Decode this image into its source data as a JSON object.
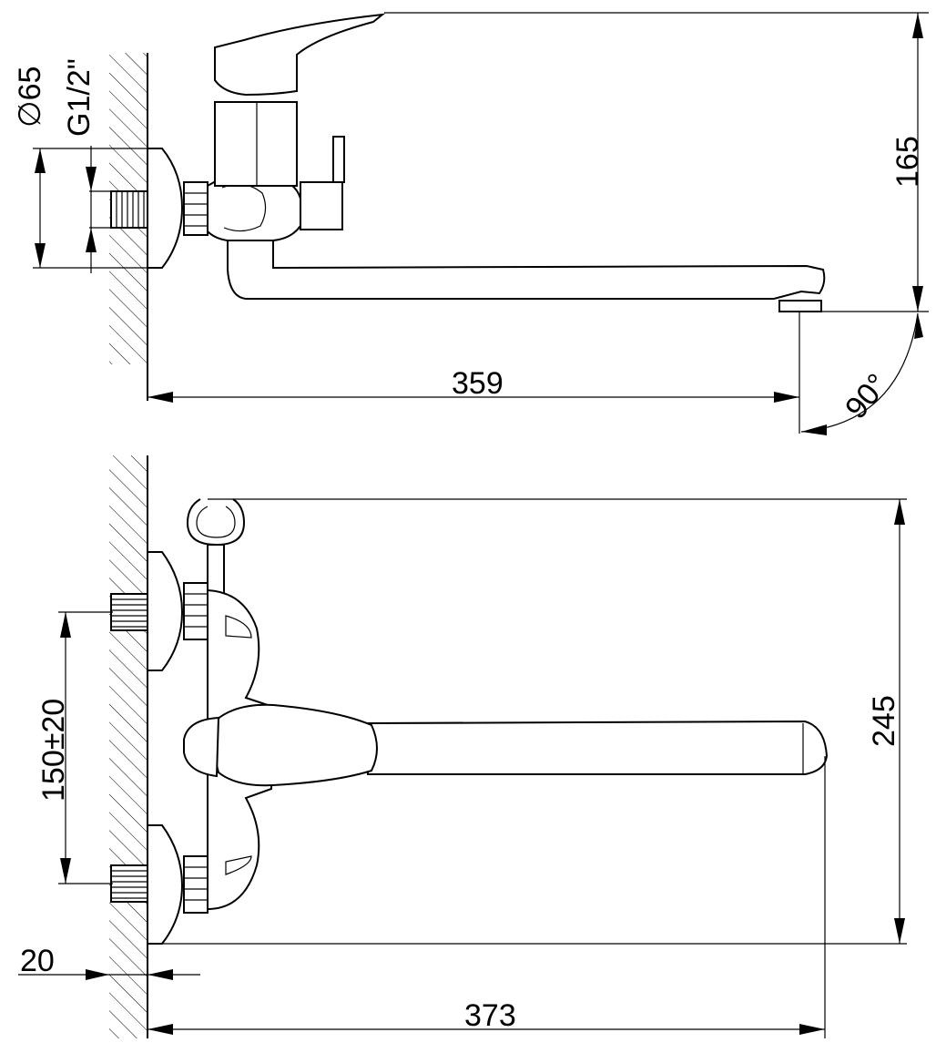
{
  "drawing": {
    "dimensions": {
      "d65": "∅65",
      "g12": "G1/2\"",
      "d165": "165",
      "d359": "359",
      "d90": "90°",
      "d150": "150±20",
      "d245": "245",
      "d20": "20",
      "d373": "373"
    },
    "colors": {
      "line": "#000000",
      "background": "#ffffff"
    }
  }
}
